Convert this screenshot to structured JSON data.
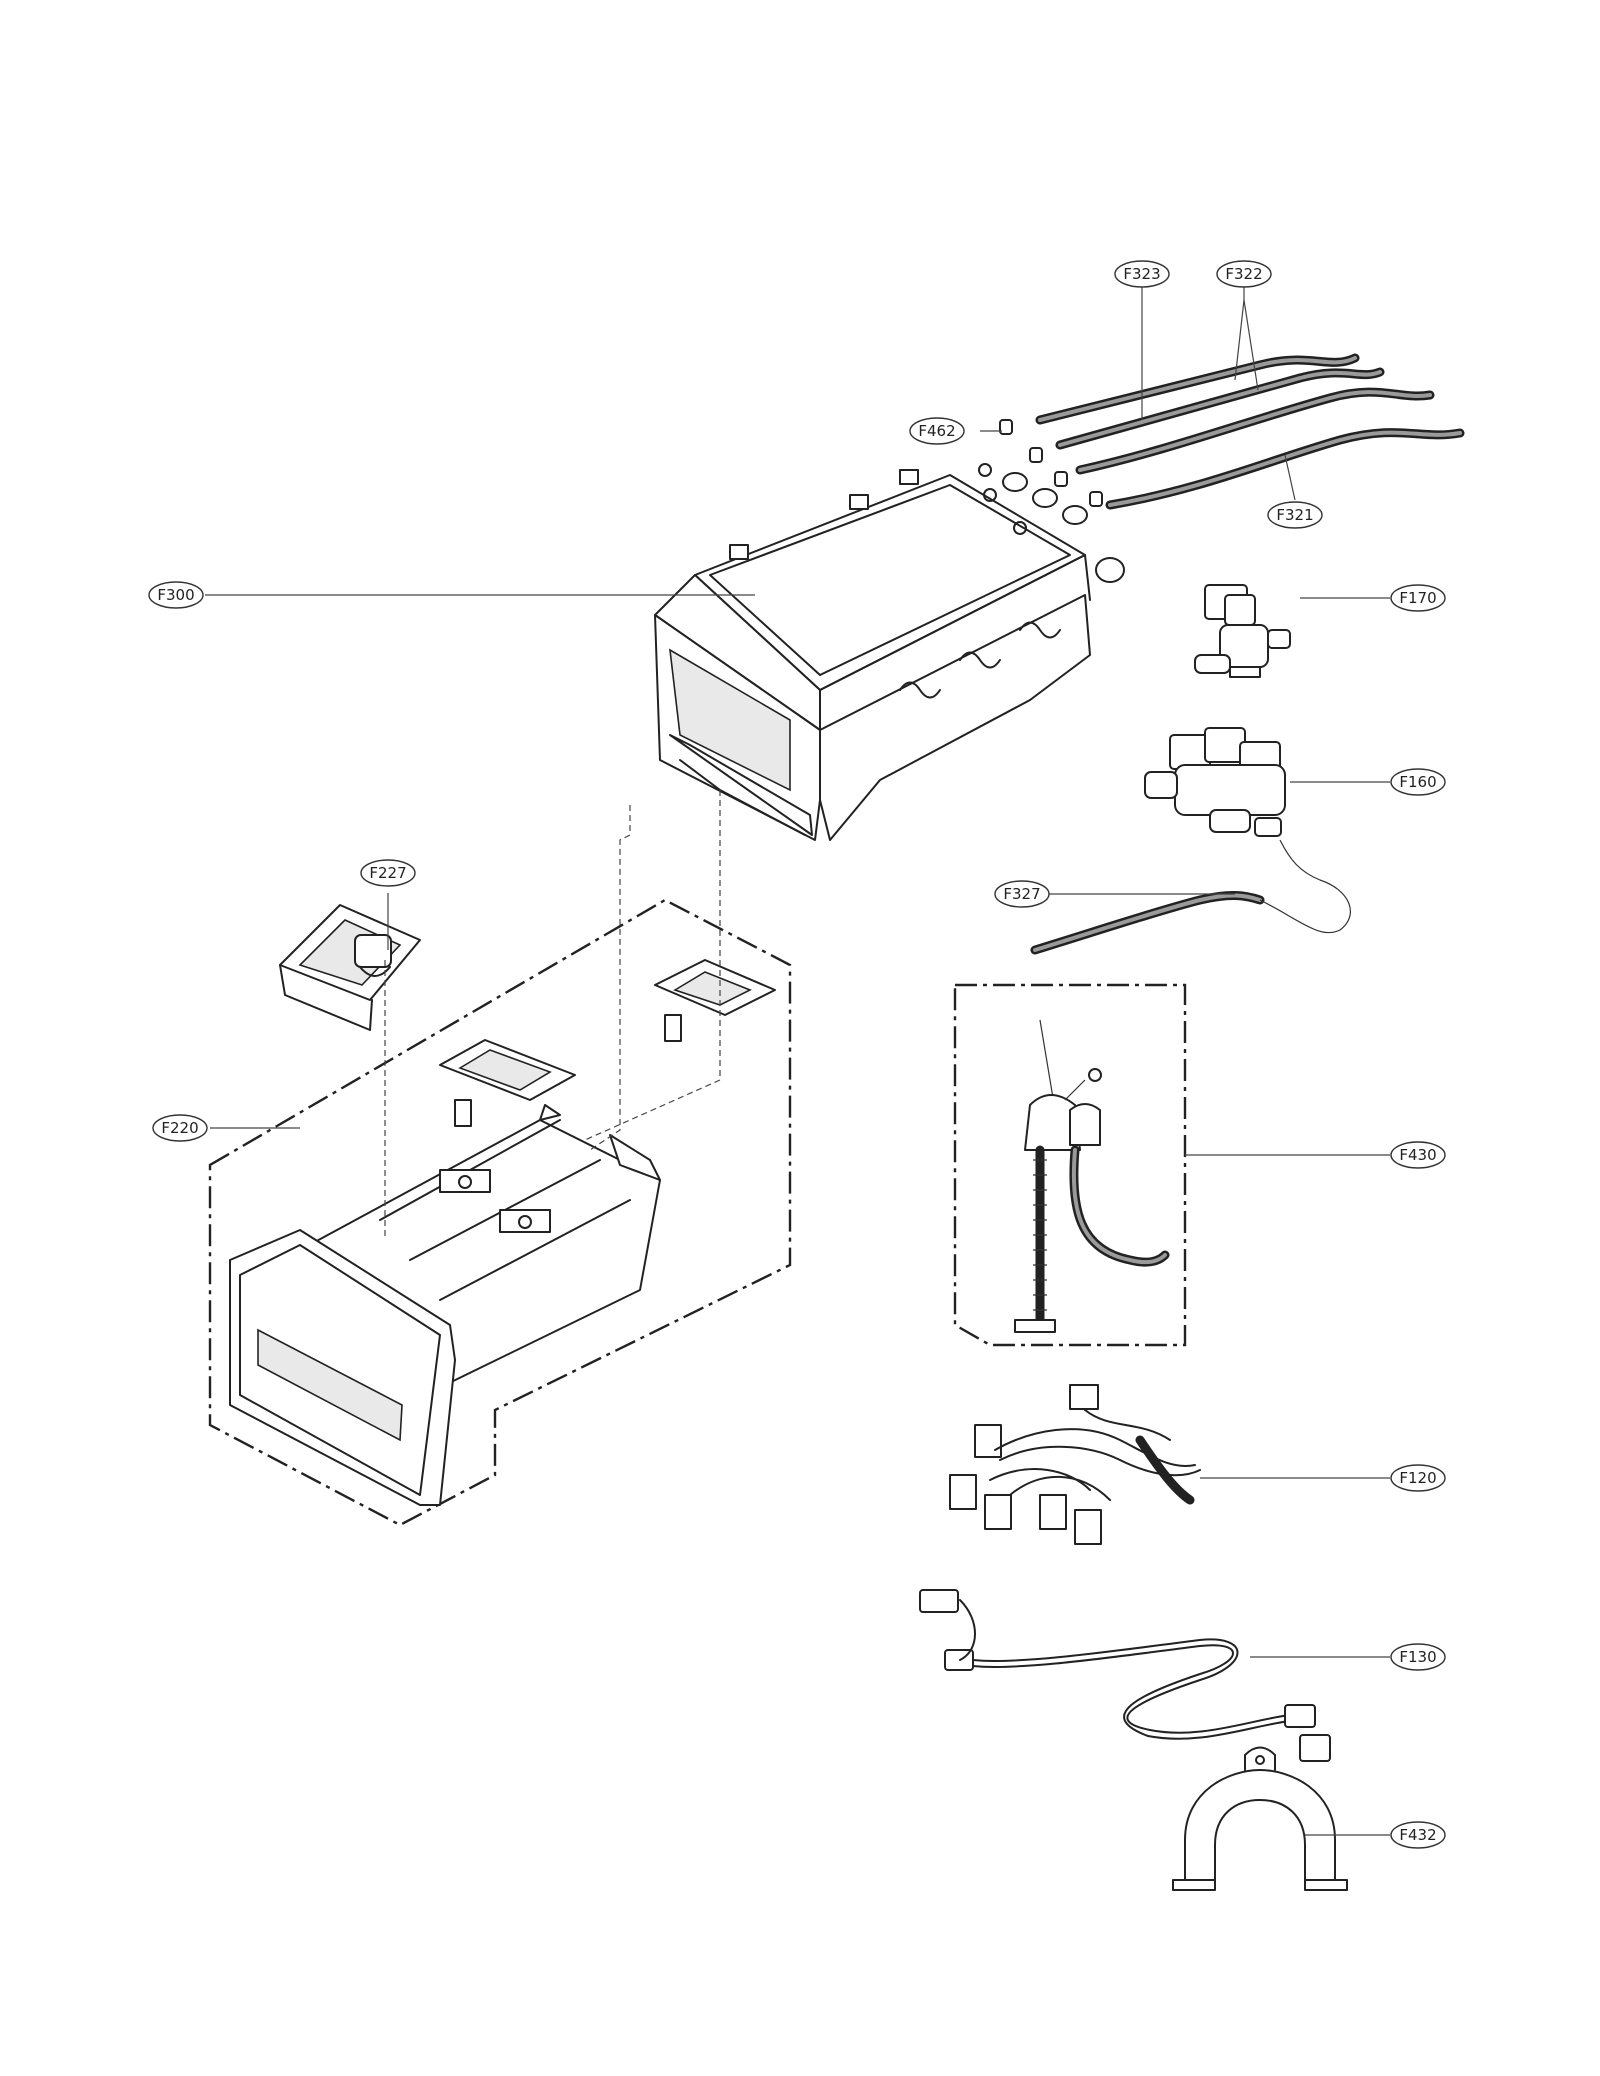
{
  "diagram": {
    "callouts": [
      {
        "id": "F323",
        "label": "F323"
      },
      {
        "id": "F322",
        "label": "F322"
      },
      {
        "id": "F462",
        "label": "F462"
      },
      {
        "id": "F321",
        "label": "F321"
      },
      {
        "id": "F300",
        "label": "F300"
      },
      {
        "id": "F170",
        "label": "F170"
      },
      {
        "id": "F160",
        "label": "F160"
      },
      {
        "id": "F327",
        "label": "F327"
      },
      {
        "id": "F227",
        "label": "F227"
      },
      {
        "id": "F220",
        "label": "F220"
      },
      {
        "id": "F430",
        "label": "F430"
      },
      {
        "id": "F120",
        "label": "F120"
      },
      {
        "id": "F130",
        "label": "F130"
      },
      {
        "id": "F432",
        "label": "F432"
      }
    ]
  }
}
